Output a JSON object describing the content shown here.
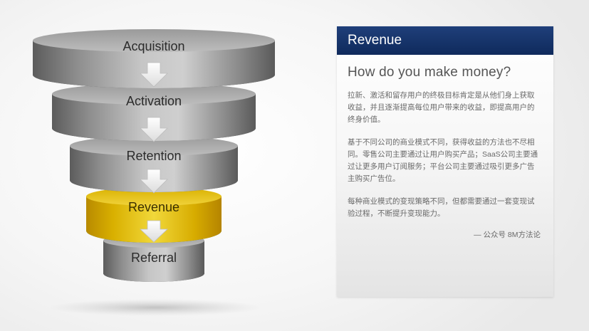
{
  "funnel": {
    "stages": [
      {
        "label": "Acquisition",
        "highlighted": false
      },
      {
        "label": "Activation",
        "highlighted": false
      },
      {
        "label": "Retention",
        "highlighted": false
      },
      {
        "label": "Revenue",
        "highlighted": true
      },
      {
        "label": "Referral",
        "highlighted": false
      }
    ],
    "arrow_count": 4,
    "colors": {
      "gray": "#a8a8a8",
      "gold": "#e8c422",
      "green": "#4f7d18",
      "arrow": "#f4f4f4"
    }
  },
  "panel": {
    "title": "Revenue",
    "subtitle": "How do you make money?",
    "paragraphs": [
      "拉新、激活和留存用户的终极目标肯定是从他们身上获取收益，并且逐渐提高每位用户带来的收益，即提高用户的终身价值。",
      "基于不同公司的商业模式不同，获得收益的方法也不尽相同。零售公司主要通过让用户购买产品；SaaS公司主要通过让更多用户订阅服务；平台公司主要通过吸引更多广告主购买广告位。",
      "每种商业模式的变现策略不同，但都需要通过一套变现试验过程，不断提升变现能力。"
    ],
    "credit": "— 公众号 8M方法论",
    "colors": {
      "header": "#143266"
    }
  }
}
